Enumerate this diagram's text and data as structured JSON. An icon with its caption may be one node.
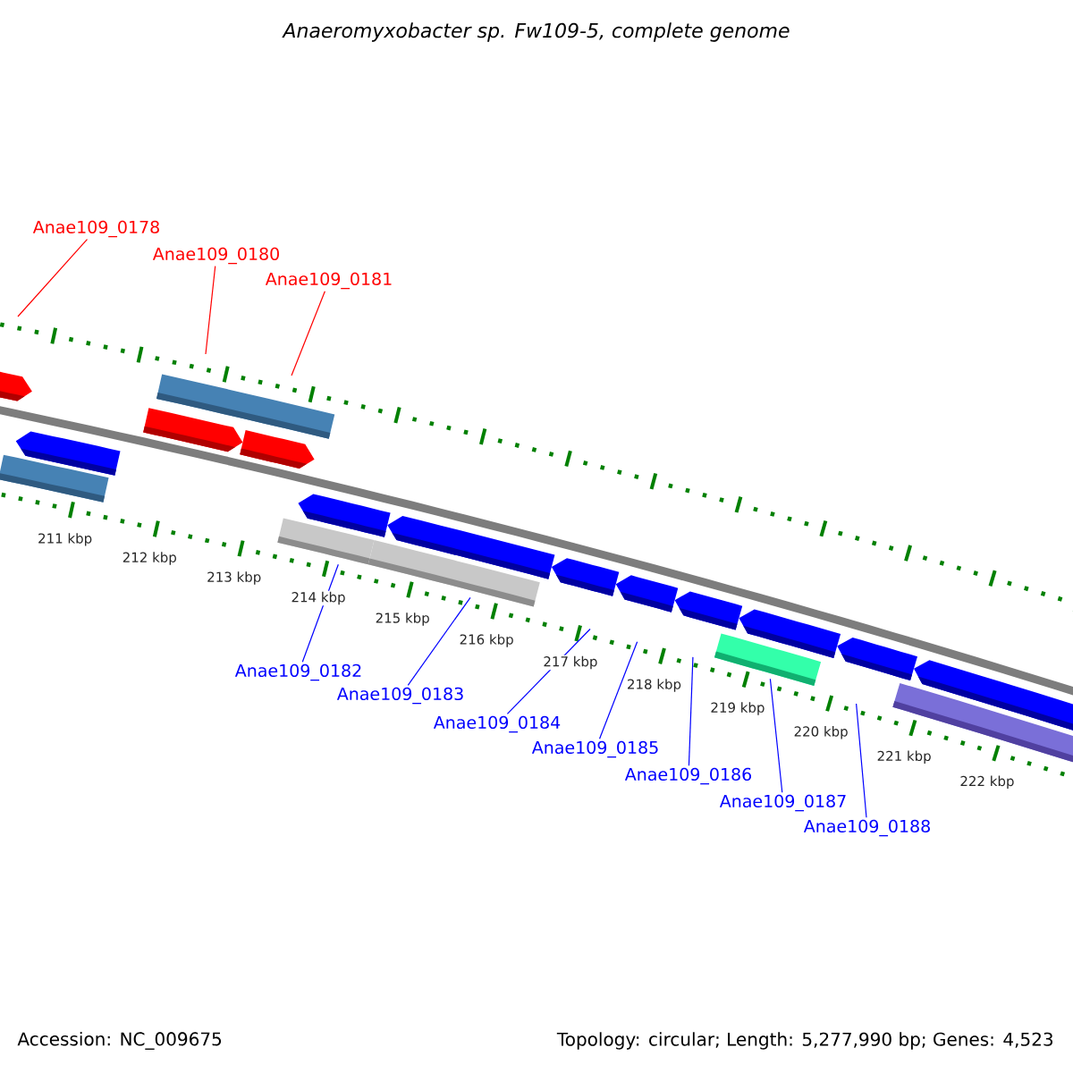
{
  "diagram": {
    "title": "Anaeromyxobacter sp. Fw109-5, complete genome",
    "nodes": [
      {
        "text": [
          "Anae109_0178"
        ]
      },
      {
        "text": [
          "Anae109_0180"
        ]
      },
      {
        "text": [
          "Anae109_0181"
        ]
      },
      {
        "text": [
          "Anae109_0182"
        ]
      },
      {
        "text": [
          "Anae109_0183"
        ]
      },
      {
        "text": [
          "Anae109_0184"
        ]
      },
      {
        "text": [
          "Anae109_0185"
        ]
      },
      {
        "text": [
          "Anae109_0186"
        ]
      },
      {
        "text": [
          "Anae109_0187"
        ]
      },
      {
        "text": [
          "Anae109_0188"
        ]
      }
    ],
    "edges": [
      {
        "from": 0,
        "to": null,
        "arrow": "none",
        "color": "#ff0000"
      },
      {
        "from": 1,
        "to": null,
        "arrow": "none",
        "color": "#ff0000"
      },
      {
        "from": 2,
        "to": null,
        "arrow": "none",
        "color": "#ff0000"
      },
      {
        "from": 3,
        "to": null,
        "arrow": "none"
      },
      {
        "from": 4,
        "to": null,
        "arrow": "none"
      },
      {
        "from": 5,
        "to": null,
        "arrow": "none"
      },
      {
        "from": 6,
        "to": null,
        "arrow": "none"
      },
      {
        "from": 7,
        "to": null,
        "arrow": "none"
      },
      {
        "from": 8,
        "to": null,
        "arrow": "none"
      },
      {
        "from": 9,
        "to": null,
        "arrow": "none"
      }
    ],
    "labels": [
      "211 kbp",
      "212 kbp",
      "213 kbp",
      "214 kbp",
      "215 kbp",
      "216 kbp",
      "217 kbp",
      "218 kbp",
      "219 kbp",
      "220 kbp",
      "221 kbp",
      "222 kbp",
      "Accession: NC_009675",
      "Topology: circular; Length: 5,277,990 bp; Genes: 4,523"
    ]
  }
}
